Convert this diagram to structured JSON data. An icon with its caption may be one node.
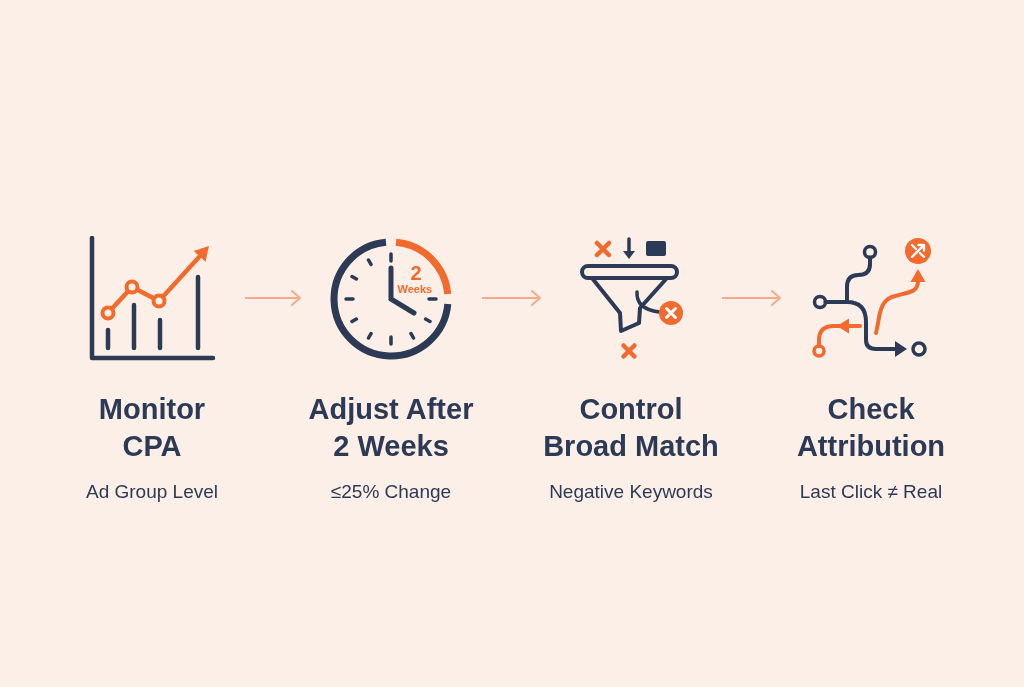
{
  "diagram": {
    "nodes": [
      {
        "text": [
          "Monitor CPA",
          "Ad Group Level"
        ]
      },
      {
        "text": [
          "Adjust After 2 Weeks",
          "≤25% Change"
        ]
      },
      {
        "text": [
          "Control Broad Match",
          "Negative Keywords"
        ]
      },
      {
        "text": [
          "Check Attribution",
          "Last Click ≠ Real"
        ]
      }
    ],
    "edges": [
      {
        "from": 0,
        "to": 1,
        "arrow": "to"
      },
      {
        "from": 1,
        "to": 2,
        "arrow": "to"
      },
      {
        "from": 2,
        "to": 3,
        "arrow": "to"
      }
    ],
    "labels": [
      "2",
      "Weeks"
    ]
  }
}
